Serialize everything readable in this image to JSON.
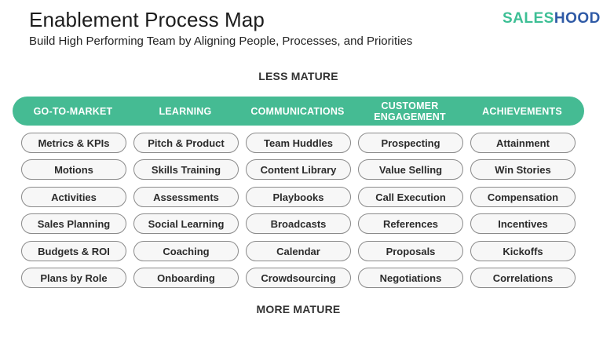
{
  "header": {
    "title": "Enablement Process Map",
    "subtitle": "Build High Performing Team by Aligning People, Processes, and Priorities",
    "logo": {
      "part1": "SALES",
      "part2": "HOOD",
      "color1": "#3dbf95",
      "color2": "#2f5aa6"
    }
  },
  "maturity": {
    "top_label": "LESS MATURE",
    "bottom_label": "MORE MATURE"
  },
  "accent_color": "#45bb93",
  "columns": [
    {
      "heading": "GO-TO-MARKET",
      "items": [
        "Metrics & KPIs",
        "Motions",
        "Activities",
        "Sales Planning",
        "Budgets & ROI",
        "Plans by Role"
      ]
    },
    {
      "heading": "LEARNING",
      "items": [
        "Pitch & Product",
        "Skills Training",
        "Assessments",
        "Social Learning",
        "Coaching",
        "Onboarding"
      ]
    },
    {
      "heading": "COMMUNICATIONS",
      "items": [
        "Team Huddles",
        "Content Library",
        "Playbooks",
        "Broadcasts",
        "Calendar",
        "Crowdsourcing"
      ]
    },
    {
      "heading_line1": "CUSTOMER",
      "heading_line2": "ENGAGEMENT",
      "heading": "CUSTOMER ENGAGEMENT",
      "items": [
        "Prospecting",
        "Value Selling",
        "Call Execution",
        "References",
        "Proposals",
        "Negotiations"
      ]
    },
    {
      "heading": "ACHIEVEMENTS",
      "items": [
        "Attainment",
        "Win Stories",
        "Compensation",
        "Incentives",
        "Kickoffs",
        "Correlations"
      ]
    }
  ]
}
